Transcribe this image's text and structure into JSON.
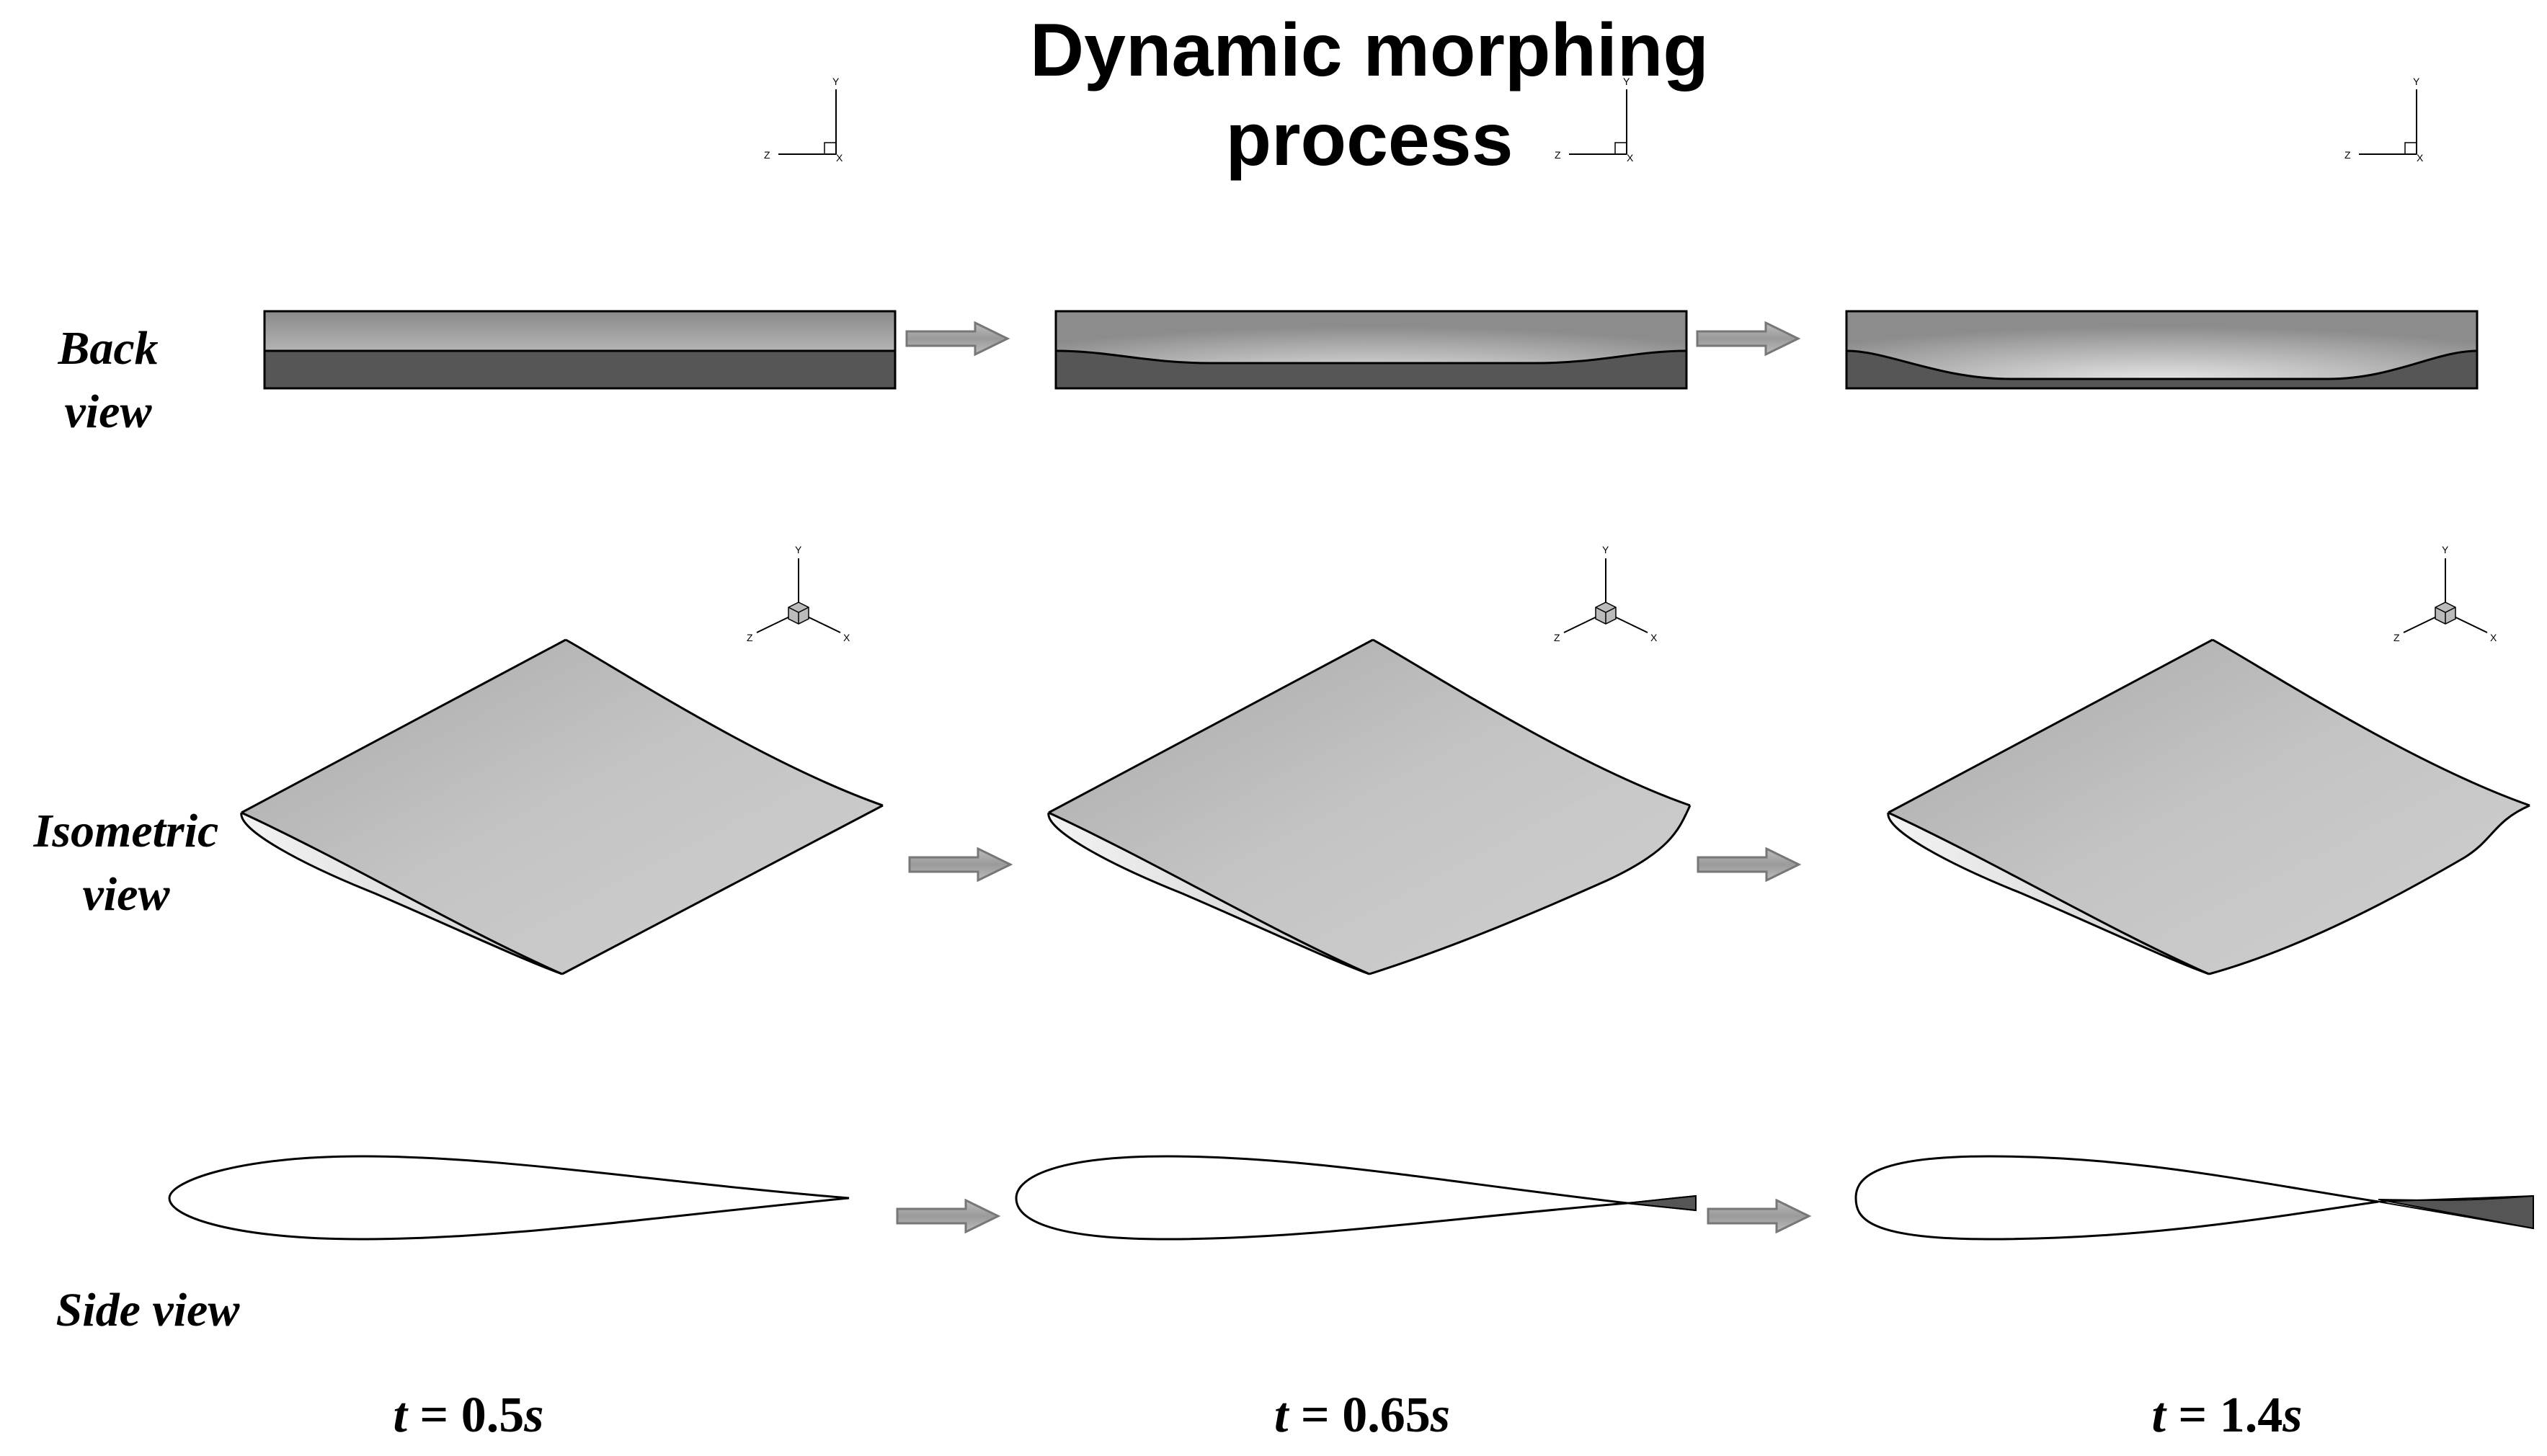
{
  "title_line1": "Dynamic morphing",
  "title_line2": "process",
  "rows": {
    "back": {
      "line1": "Back",
      "line2": "view"
    },
    "isometric": {
      "line1": "Isometric",
      "line2": "view"
    },
    "side": {
      "line1": "Side view"
    }
  },
  "times": [
    {
      "prefix": "t",
      "eq": " = ",
      "value": "0.5",
      "unit": "s"
    },
    {
      "prefix": "t",
      "eq": " = ",
      "value": "0.65",
      "unit": "s"
    },
    {
      "prefix": "t",
      "eq": " = ",
      "value": "1.4",
      "unit": "s"
    }
  ],
  "axes": {
    "x": "X",
    "y": "Y",
    "z": "Z"
  },
  "colors": {
    "surface_light": "#c8c8c8",
    "surface_mid": "#a0a0a0",
    "surface_dark": "#5a5a5a",
    "arrow_fill": "#a6a6a6",
    "arrow_stroke": "#777777"
  }
}
